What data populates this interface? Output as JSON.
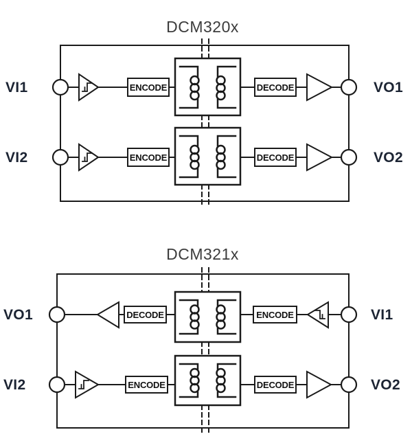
{
  "page": {
    "background_color": "#ffffff",
    "line_color": "#1a1a1a",
    "label_color": "#1c2433"
  },
  "diagrams": [
    {
      "title": "DCM320x",
      "channels": [
        {
          "left_pin": "VI1",
          "right_pin": "VO1",
          "direction": "left-to-right",
          "input_buffer": "schmitt-trigger-icon",
          "output_buffer": "buffer-icon",
          "coupler": "transformer-icon",
          "blocks": [
            "ENCODE",
            "DECODE"
          ]
        },
        {
          "left_pin": "VI2",
          "right_pin": "VO2",
          "direction": "left-to-right",
          "input_buffer": "schmitt-trigger-icon",
          "output_buffer": "buffer-icon",
          "coupler": "transformer-icon",
          "blocks": [
            "ENCODE",
            "DECODE"
          ]
        }
      ]
    },
    {
      "title": "DCM321x",
      "channels": [
        {
          "left_pin": "VO1",
          "right_pin": "VI1",
          "direction": "right-to-left",
          "input_buffer": "schmitt-trigger-icon",
          "output_buffer": "buffer-icon",
          "coupler": "transformer-icon",
          "blocks": [
            "DECODE",
            "ENCODE"
          ]
        },
        {
          "left_pin": "VI2",
          "right_pin": "VO2",
          "direction": "left-to-right",
          "input_buffer": "schmitt-trigger-icon",
          "output_buffer": "buffer-icon",
          "coupler": "transformer-icon",
          "blocks": [
            "ENCODE",
            "DECODE"
          ]
        }
      ]
    }
  ]
}
